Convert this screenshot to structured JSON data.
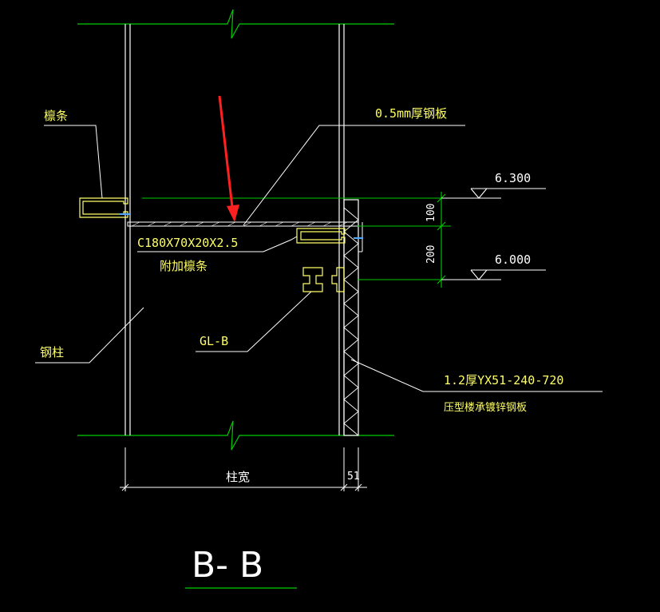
{
  "colors": {
    "background": "#000000",
    "structure": "#ffffff",
    "break_line": "#00cc00",
    "text": "#ffff66",
    "leader": "#ffffff",
    "pointer_arrow": "#ff2020",
    "title": "#ffffff"
  },
  "labels": {
    "purlin": "檩条",
    "steel_plate": "0.5mm厚钢板",
    "purlin_section": "C180X70X20X2.5",
    "additional_purlin": "附加檩条",
    "steel_column": "钢柱",
    "beam": "GL-B",
    "deck_spec": "1.2厚YX51-240-720",
    "deck_desc": "压型楼承镀锌钢板",
    "column_width": "柱宽",
    "deck_depth": "51"
  },
  "elevations": {
    "upper": "6.300",
    "lower": "6.000"
  },
  "dimensions": {
    "top_gap": "100",
    "beam_depth": "200"
  },
  "title": "B- B"
}
